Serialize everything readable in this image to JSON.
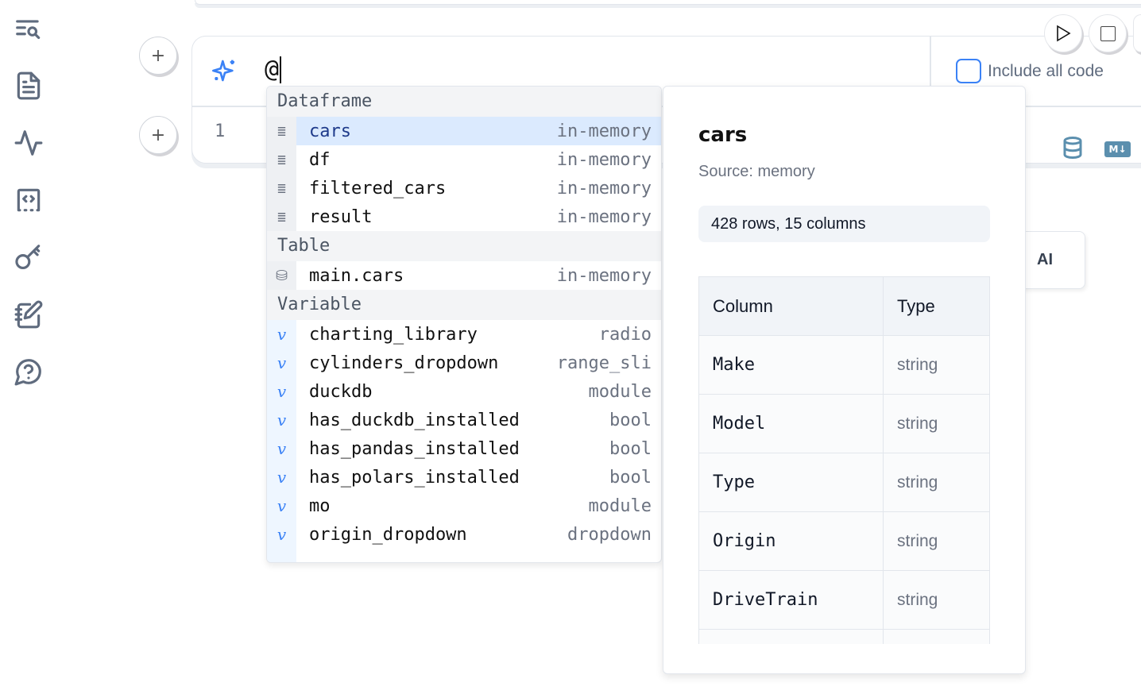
{
  "sidebar": {
    "items": [
      {
        "icon": "search-list-icon"
      },
      {
        "icon": "file-text-icon"
      },
      {
        "icon": "activity-icon"
      },
      {
        "icon": "code-box-icon"
      },
      {
        "icon": "key-icon"
      },
      {
        "icon": "notebook-pen-icon"
      },
      {
        "icon": "help-circle-icon"
      }
    ]
  },
  "cell": {
    "prompt_value": "@",
    "line_number": "1",
    "include_all_code": {
      "label": "Include all code",
      "checked": false
    },
    "accent": "#3b82f6"
  },
  "background_card": {
    "label": "AI"
  },
  "autocomplete": {
    "groups": [
      {
        "label": "Dataframe",
        "items": [
          {
            "label": "cars",
            "detail": "in-memory",
            "icon": "table-icon",
            "selected": true
          },
          {
            "label": "df",
            "detail": "in-memory",
            "icon": "table-icon"
          },
          {
            "label": "filtered_cars",
            "detail": "in-memory",
            "icon": "table-icon"
          },
          {
            "label": "result",
            "detail": "in-memory",
            "icon": "table-icon"
          }
        ]
      },
      {
        "label": "Table",
        "items": [
          {
            "label": "main.cars",
            "detail": "in-memory",
            "icon": "database-icon"
          }
        ]
      },
      {
        "label": "Variable",
        "items": [
          {
            "label": "charting_library",
            "detail": "radio",
            "icon": "variable-icon"
          },
          {
            "label": "cylinders_dropdown",
            "detail": "range_sli",
            "icon": "variable-icon"
          },
          {
            "label": "duckdb",
            "detail": "module",
            "icon": "variable-icon"
          },
          {
            "label": "has_duckdb_installed",
            "detail": "bool",
            "icon": "variable-icon"
          },
          {
            "label": "has_pandas_installed",
            "detail": "bool",
            "icon": "variable-icon"
          },
          {
            "label": "has_polars_installed",
            "detail": "bool",
            "icon": "variable-icon"
          },
          {
            "label": "mo",
            "detail": "module",
            "icon": "variable-icon"
          },
          {
            "label": "origin_dropdown",
            "detail": "dropdown",
            "icon": "variable-icon"
          }
        ]
      }
    ]
  },
  "info": {
    "title": "cars",
    "source": "Source: memory",
    "summary": "428 rows, 15 columns",
    "headers": [
      "Column",
      "Type"
    ],
    "rows": [
      [
        "Make",
        "string"
      ],
      [
        "Model",
        "string"
      ],
      [
        "Type",
        "string"
      ],
      [
        "Origin",
        "string"
      ],
      [
        "DriveTrain",
        "string"
      ]
    ]
  }
}
